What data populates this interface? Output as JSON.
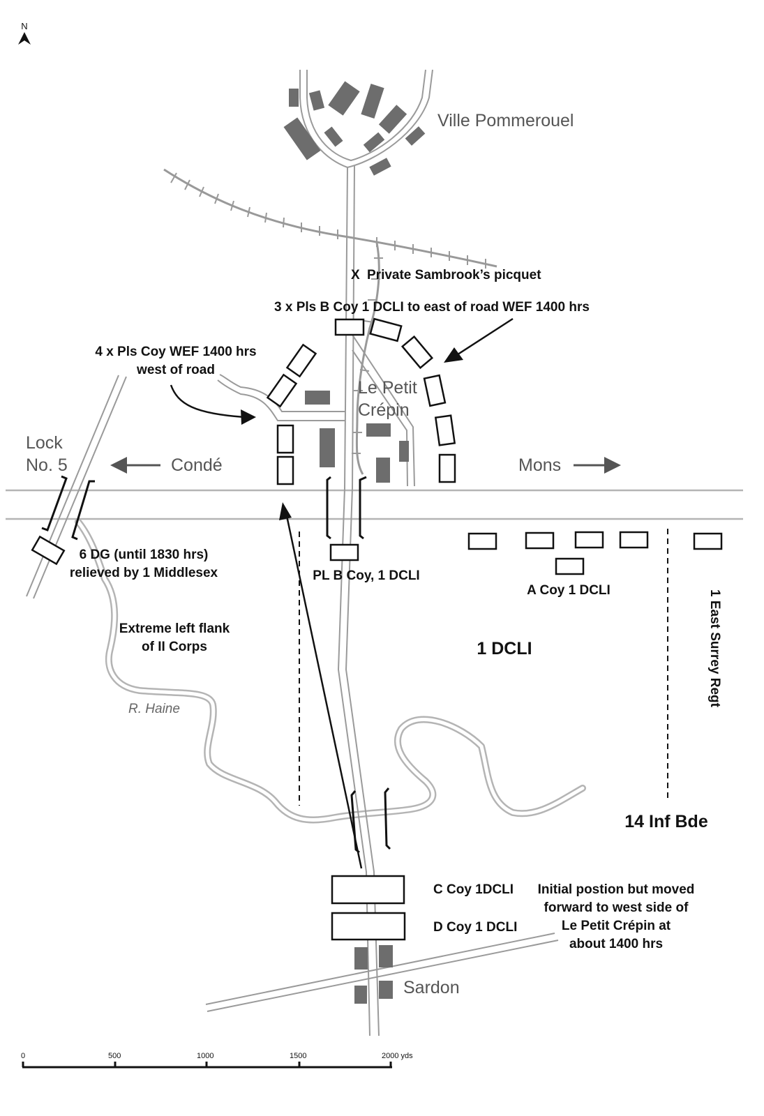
{
  "compass": "N",
  "places": {
    "ville_pommerouel": "Ville Pommerouel",
    "le_petit_crepin_1": "Le Petit",
    "le_petit_crepin_2": "Crépin",
    "lock_1": "Lock",
    "lock_2": "No. 5",
    "conde": "Condé",
    "mons": "Mons",
    "sardon": "Sardon",
    "river": "R. Haine"
  },
  "labels": {
    "picquet_marker": "X",
    "picquet": "Private Sambrook’s picquet",
    "b_coy_east": "3 x Pls B Coy 1 DCLI to east of road WEF 1400 hrs",
    "coy_west_1": "4 x Pls Coy WEF 1400 hrs",
    "coy_west_2": "west of road",
    "dg_1": "6 DG (until 1830 hrs)",
    "dg_2": "relieved by 1 Middlesex",
    "pl_b_coy": "PL B Coy, 1 DCLI",
    "a_coy": "A Coy 1 DCLI",
    "flank_1": "Extreme left flank",
    "flank_2": "of II Corps",
    "dcli": "1 DCLI",
    "east_surrey": "1 East Surrey Regt",
    "inf_bde": "14 Inf Bde",
    "c_coy": "C Coy 1DCLI",
    "d_coy": "D Coy 1 DCLI",
    "note_1": "Initial postion but moved",
    "note_2": "forward to west side of",
    "note_3": "Le Petit Crépin at",
    "note_4": "about 1400 hrs"
  },
  "scale_bar": {
    "ticks": [
      "0",
      "500",
      "1000",
      "1500",
      "2000 yds"
    ]
  }
}
